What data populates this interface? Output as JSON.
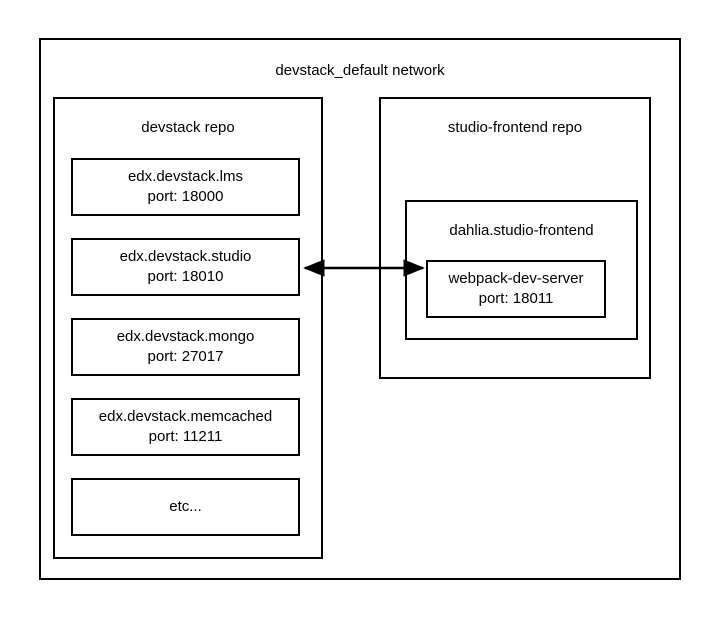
{
  "diagram": {
    "title": "devstack_default network",
    "network": {
      "label": "devstack_default network"
    },
    "groups": [
      {
        "id": "devstack-repo",
        "label": "devstack repo",
        "services": [
          {
            "name": "edx.devstack.lms",
            "port": "port: 18000"
          },
          {
            "name": "edx.devstack.studio",
            "port": "port: 18010"
          },
          {
            "name": "edx.devstack.mongo",
            "port": "port: 27017"
          },
          {
            "name": "edx.devstack.memcached",
            "port": "port: 11211"
          },
          {
            "name": "etc...",
            "port": ""
          }
        ]
      },
      {
        "id": "studio-frontend-repo",
        "label": "studio-frontend repo",
        "container": {
          "label": "dahlia.studio-frontend",
          "service": {
            "name": "webpack-dev-server",
            "port": "port: 18011"
          }
        }
      }
    ],
    "connector": {
      "kind": "double-headed-arrow",
      "from": "edx.devstack.studio",
      "to": "dahlia.studio-frontend",
      "label": ""
    },
    "colors": {
      "stroke": "#000000",
      "fill": "#ffffff",
      "text": "#000000"
    }
  }
}
